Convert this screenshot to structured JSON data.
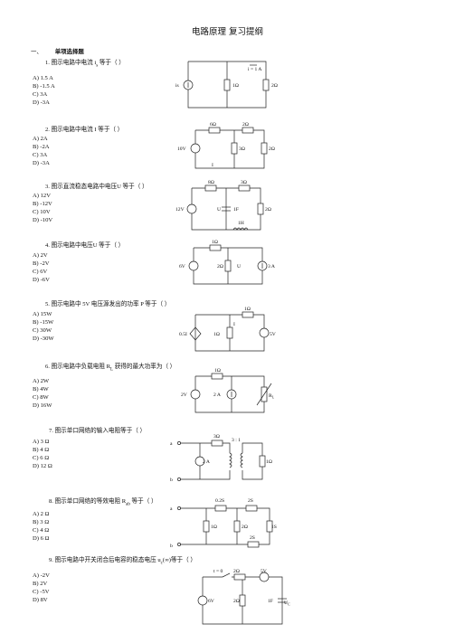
{
  "title": "电路原理 复习提纲",
  "section": {
    "num": "一、",
    "name": "单项选择题"
  },
  "questions": [
    {
      "stem": "1. 图示电路中电流 i",
      "sub": "s",
      "tail": " 等于（      ）",
      "options": [
        "A)    1.5 A",
        "B)    -1.5 A",
        "C) 3A",
        "D) -3A"
      ]
    },
    {
      "stem": "2. 图示电路中电流 I 等于（      ）",
      "options": [
        "A)   2A",
        "B)   -2A",
        "C)   3A",
        "D)   -3A"
      ]
    },
    {
      "stem": "3. 图示直流稳态电路中电压U 等于（      ）",
      "options": [
        "A)   12V",
        "B)   -12V",
        "C)   10V",
        "D)   -10V"
      ]
    },
    {
      "stem": "4. 图示电路中电压U 等于（      ）",
      "options": [
        "A)    2V",
        "B)    -2V",
        "C) 6V",
        "D) -6V"
      ]
    },
    {
      "stem": "5. 图示电路中 5V 电压源发出的功率 P 等于（      ）",
      "options": [
        "A)    15W",
        "B)    -15W",
        "C) 30W",
        "D) -30W"
      ]
    },
    {
      "stem": "6. 图示电路中负载电阻 R",
      "sub": "L",
      "tail": " 获得的最大功率为（      ）",
      "options": [
        "A)    2W",
        "B)    4W",
        "C) 8W",
        "D) 16W"
      ]
    },
    {
      "stem": "7. 图示单口网络的输入电阻等于（      ）",
      "options": [
        "A)    3 Ω",
        "B)    4 Ω",
        "C) 6 Ω",
        "D) 12 Ω"
      ]
    },
    {
      "stem": "8. 图示单口网络的等效电阻 R",
      "sub": "ab",
      "tail": " 等于（      ）",
      "options": [
        "A)    2 Ω",
        "B)    3 Ω",
        "C) 4 Ω",
        "D) 6 Ω"
      ]
    },
    {
      "stem": "9. 图示电路中开关闭合后电容的稳态电压 u",
      "sub": "c",
      "tail": "(∞)等于（      ）",
      "options": [
        "A)    -2V",
        "B)    2V",
        "C) -5V",
        "D) 8V"
      ]
    }
  ],
  "circuits": {
    "c1": {
      "src": "is",
      "r1": "1Ω",
      "r2": "2Ω",
      "cur": "i = 1 A"
    },
    "c2": {
      "r1": "6Ω",
      "r2": "2Ω",
      "src": "10V",
      "r3": "3Ω",
      "r4": "2Ω",
      "cur": "I"
    },
    "c3": {
      "r1": "8Ω",
      "r2": "3Ω",
      "src": "12V",
      "u": "U",
      "cap": "1F",
      "r3": "2Ω",
      "ind": "1H"
    },
    "c4": {
      "r1": "1Ω",
      "src": "6V",
      "r2": "2Ω",
      "u": "U",
      "isrc": "3 A"
    },
    "c5": {
      "r1": "1Ω",
      "dep": "0.5I",
      "r2": "1Ω",
      "cur": "I",
      "src": "5V"
    },
    "c6": {
      "r1": "1Ω",
      "src": "2V",
      "isrc": "2 A",
      "rl": "R",
      "rl_sub": "L"
    },
    "c7": {
      "a": "a",
      "b": "b",
      "r1": "3Ω",
      "isrc": "2 A",
      "ratio": "3 : 1",
      "rl": "1Ω"
    },
    "c8": {
      "a": "a",
      "b": "b",
      "g1": "0.2S",
      "g2": "2S",
      "r1": "1Ω",
      "r2": "2Ω",
      "g3": "1S",
      "g4": "2S"
    },
    "c9": {
      "t": "t = 0",
      "r1": "2Ω",
      "src1": "5V",
      "src2": "6V",
      "r2": "2Ω",
      "cap": "1F",
      "uc": "U",
      "uc_sub": "C"
    }
  }
}
